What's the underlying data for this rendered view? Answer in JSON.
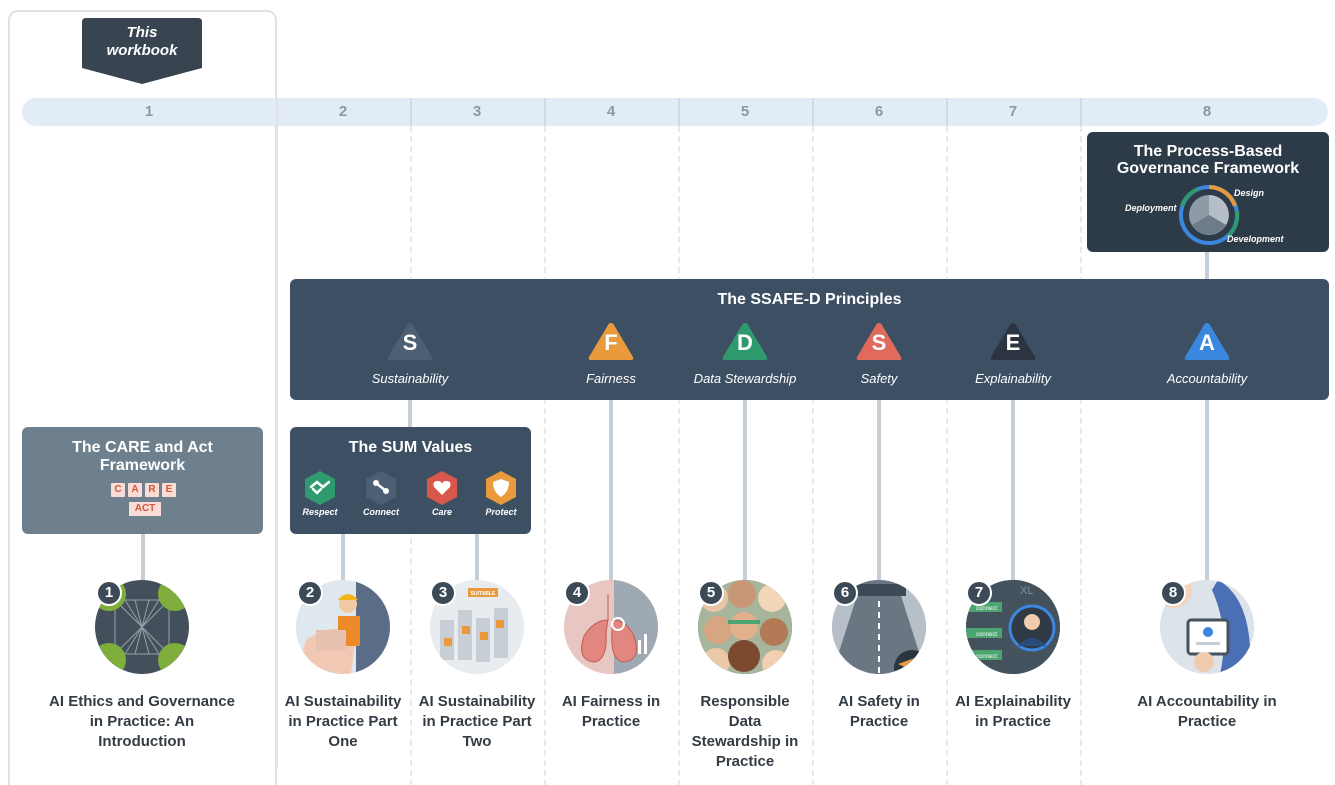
{
  "this_workbook_label": "This\nworkbook",
  "timeline": {
    "numbers": [
      "1",
      "2",
      "3",
      "4",
      "5",
      "6",
      "7",
      "8"
    ]
  },
  "process_framework": {
    "title": "The Process-Based Governance Framework",
    "labels": {
      "design": "Design",
      "deployment": "Deployment",
      "development": "Development"
    }
  },
  "ssafe": {
    "title": "The SSAFE-D Principles",
    "principles": [
      {
        "letter": "S",
        "label": "Sustainability",
        "color": "#4d5f72"
      },
      {
        "letter": "F",
        "label": "Fairness",
        "color": "#e89a3c"
      },
      {
        "letter": "D",
        "label": "Data Stewardship",
        "color": "#2f9a6e"
      },
      {
        "letter": "S",
        "label": "Safety",
        "color": "#e06a5c"
      },
      {
        "letter": "E",
        "label": "Explainability",
        "color": "#2b3440"
      },
      {
        "letter": "A",
        "label": "Accountability",
        "color": "#3b86de"
      }
    ]
  },
  "care": {
    "title": "The CARE and Act Framework",
    "letters": [
      "C",
      "A",
      "R",
      "E"
    ],
    "act": "ACT"
  },
  "sum": {
    "title": "The SUM Values",
    "values": [
      {
        "label": "Respect",
        "color": "#2f9a6e",
        "icon": "handshake-icon"
      },
      {
        "label": "Connect",
        "color": "#4d5f72",
        "icon": "connect-icon"
      },
      {
        "label": "Care",
        "color": "#d9574a",
        "icon": "heart-icon"
      },
      {
        "label": "Protect",
        "color": "#e89a3c",
        "icon": "shield-icon"
      }
    ]
  },
  "workbooks": [
    {
      "num": "1",
      "title": "AI Ethics and Governance in Practice: An Introduction"
    },
    {
      "num": "2",
      "title": "AI Sustainability in Practice Part One"
    },
    {
      "num": "3",
      "title": "AI Sustainability in Practice Part Two"
    },
    {
      "num": "4",
      "title": "AI Fairness in Practice"
    },
    {
      "num": "5",
      "title": "Responsible Data Stewardship in Practice"
    },
    {
      "num": "6",
      "title": "AI Safety in Practice"
    },
    {
      "num": "7",
      "title": "AI Explainability in Practice"
    },
    {
      "num": "8",
      "title": "AI Accountability in Practice"
    }
  ],
  "illustration_text": {
    "suitable": "SUITABLE",
    "connect": "connect",
    "xl": "XL"
  }
}
